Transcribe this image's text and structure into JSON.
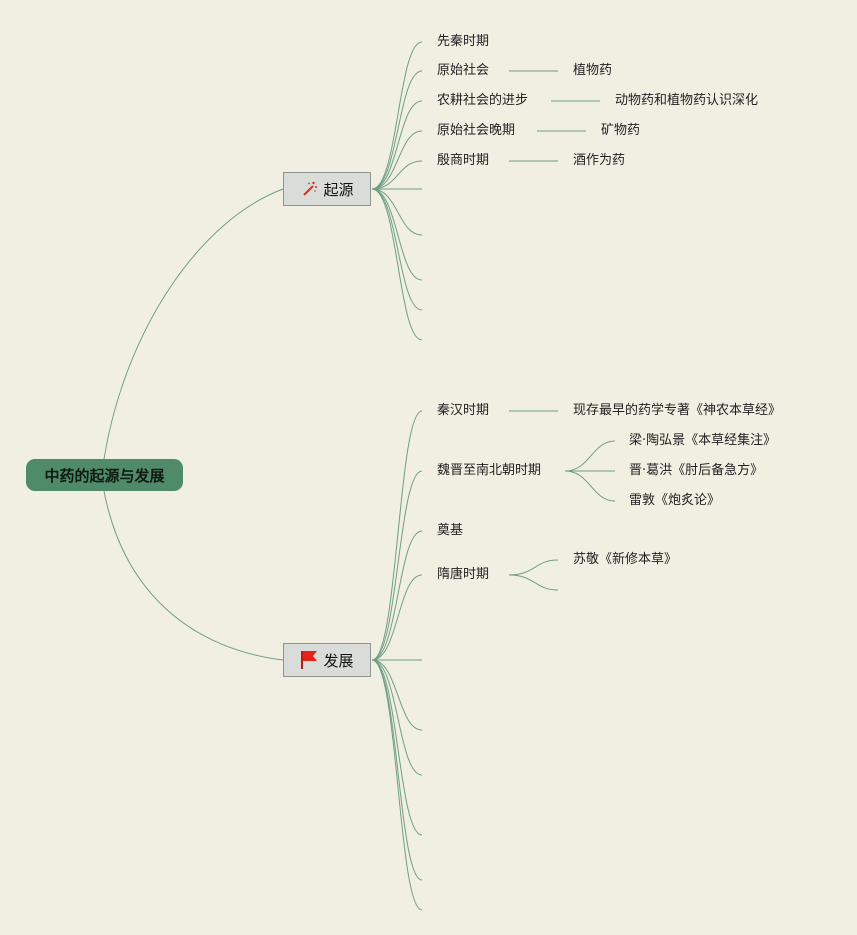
{
  "root": {
    "label": "中药的起源与发展"
  },
  "origin": {
    "label": "起源",
    "icon": "magic-wand-icon",
    "topics": [
      {
        "label": "先秦时期",
        "child": ""
      },
      {
        "label": "原始社会",
        "child": "植物药"
      },
      {
        "label": "农耕社会的进步",
        "child": "动物药和植物药认识深化"
      },
      {
        "label": "原始社会晚期",
        "child": "矿物药"
      },
      {
        "label": "殷商时期",
        "child": "酒作为药"
      }
    ]
  },
  "development": {
    "label": "发展",
    "icon": "red-flag-icon",
    "topics": [
      {
        "label": "秦汉时期",
        "child": "现存最早的药学专著《神农本草经》"
      },
      {
        "label": "魏晋至南北朝时期",
        "children": [
          "梁·陶弘景《本草经集注》",
          "晋·葛洪《肘后备急方》",
          "雷敦《炮炙论》"
        ]
      },
      {
        "label": "奠基"
      },
      {
        "label": "隋唐时期",
        "children": [
          "苏敬《新修本草》"
        ]
      }
    ]
  },
  "colors": {
    "background": "#f1eee2",
    "root_fill": "#4f8b69",
    "branch_line": "#6f9f85",
    "topic_fill": "#d9dcd8",
    "flag": "#e3241b"
  }
}
